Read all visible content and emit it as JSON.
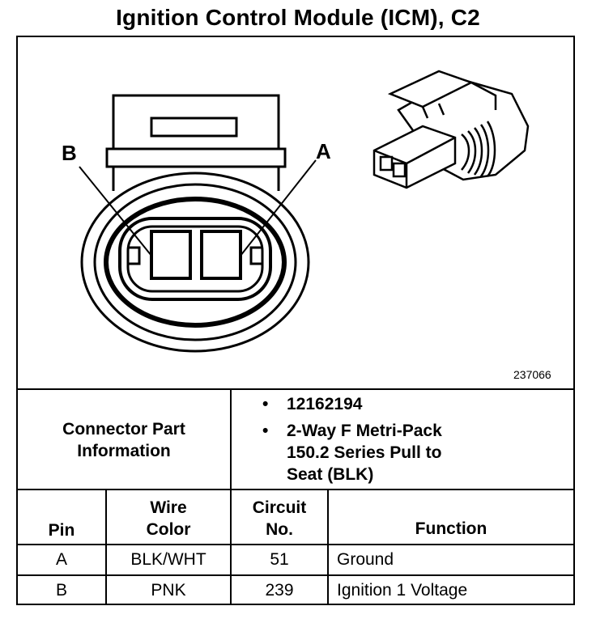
{
  "title": "Ignition Control Module (ICM), C2",
  "diagram": {
    "pin_labels": [
      "B",
      "A"
    ],
    "figure_number": "237066"
  },
  "connector_info": {
    "label_line1": "Connector Part",
    "label_line2": "Information",
    "bullets": [
      {
        "lines": [
          "12162194"
        ]
      },
      {
        "lines": [
          "2-Way F Metri-Pack",
          "150.2 Series Pull to",
          "Seat (BLK)"
        ]
      }
    ]
  },
  "table": {
    "headers": {
      "pin": "Pin",
      "wire_color_line1": "Wire",
      "wire_color_line2": "Color",
      "circuit_line1": "Circuit",
      "circuit_line2": "No.",
      "function": "Function"
    },
    "rows": [
      {
        "pin": "A",
        "wire_color": "BLK/WHT",
        "circuit": "51",
        "function": "Ground"
      },
      {
        "pin": "B",
        "wire_color": "PNK",
        "circuit": "239",
        "function": "Ignition 1 Voltage"
      }
    ]
  }
}
